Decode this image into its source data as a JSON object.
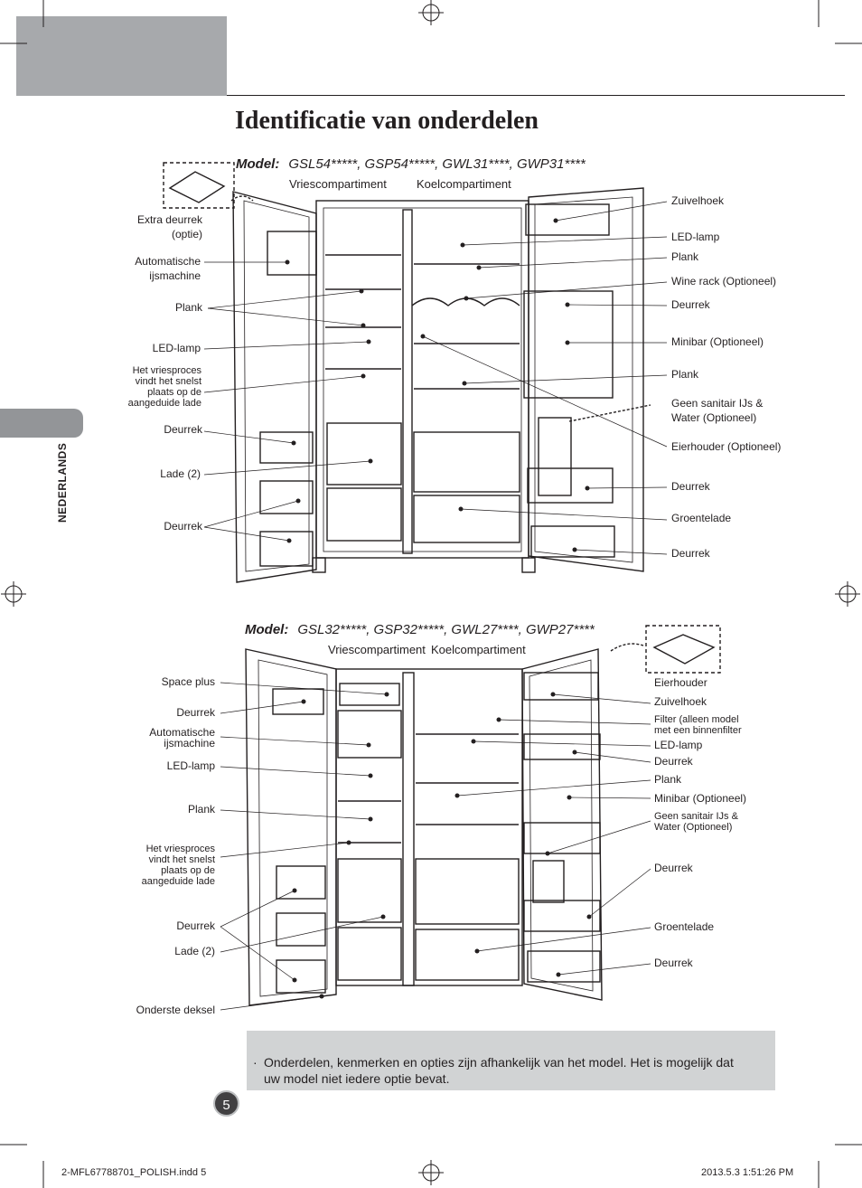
{
  "page": {
    "title": "Identificatie van onderdelen",
    "side_language": "NEDERLANDS",
    "page_number": "5",
    "footer_left": "2-MFL67788701_POLISH.indd   5",
    "footer_right": "2013.5.3   1:51:26 PM"
  },
  "diagram1": {
    "model_label": "Model:",
    "models": "GSL54*****, GSP54*****, GWL31****, GWP31****",
    "freezer": "Vriescompartiment",
    "fridge": "Koelcompartiment",
    "left_labels": [
      "Extra deurrek",
      "(optie)",
      "Automatische",
      "ijsmachine",
      "Plank",
      "LED-lamp",
      "Het vriesproces",
      "vindt het snelst",
      "plaats op de",
      "aangeduide lade",
      "Deurrek",
      "Lade (2)",
      "Deurrek"
    ],
    "right_labels": [
      "Zuivelhoek",
      "LED-lamp",
      "Plank",
      "Wine rack (Optioneel)",
      "Deurrek",
      "Minibar (Optioneel)",
      "Plank",
      "Geen sanitair IJs &",
      "Water (Optioneel)",
      "Eierhouder (Optioneel)",
      "Deurrek",
      "Groentelade",
      "Deurrek"
    ]
  },
  "diagram2": {
    "model_label": "Model:",
    "models": "GSL32*****, GSP32*****, GWL27****, GWP27****",
    "freezer": "Vriescompartiment",
    "fridge": "Koelcompartiment",
    "left_labels": [
      "Space plus",
      "Deurrek",
      "Automatische",
      "ijsmachine",
      "LED-lamp",
      "Plank",
      "Het vriesproces",
      "vindt het snelst",
      "plaats op de",
      "aangeduide lade",
      "Deurrek",
      "Lade (2)",
      "Onderste deksel"
    ],
    "right_labels": [
      "Eierhouder",
      "Zuivelhoek",
      "Filter (alleen model",
      "met een binnenfilter",
      "LED-lamp",
      "Deurrek",
      "Plank",
      "Minibar (Optioneel)",
      "Geen sanitair IJs &",
      "Water (Optioneel)",
      "Deurrek",
      "Groentelade",
      "Deurrek"
    ]
  },
  "note": {
    "bullet": "·",
    "text": "Onderdelen, kenmerken en opties zijn afhankelijk van het model. Het is mogelijk dat uw model niet iedere optie bevat."
  }
}
